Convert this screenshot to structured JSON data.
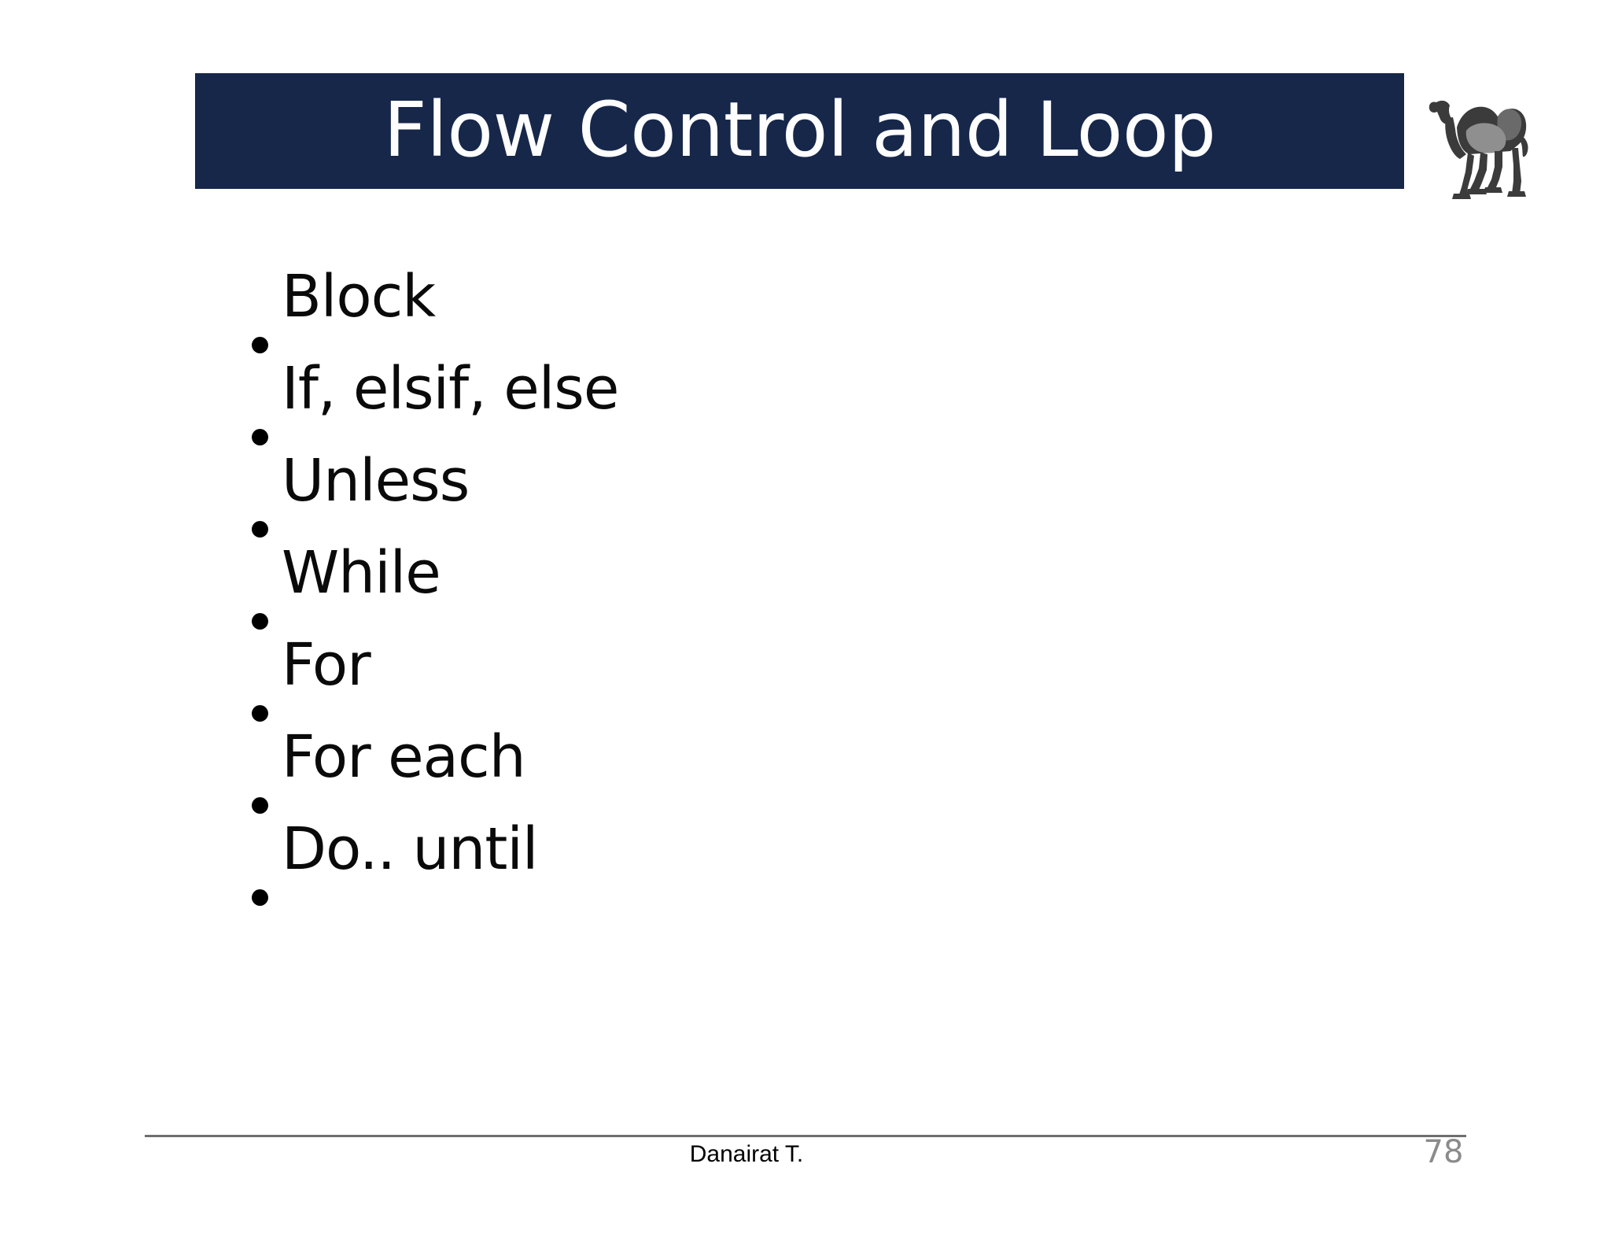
{
  "slide": {
    "title": "Flow Control and Loop",
    "title_bar_color": "#16274a",
    "title_text_color": "#ffffff",
    "background_color": "#ffffff"
  },
  "logo": {
    "name": "perl-camel-logo",
    "alt": "camel"
  },
  "content": {
    "bullet_glyph": "•",
    "items": [
      {
        "label": "Block"
      },
      {
        "label": "If, elsif, else"
      },
      {
        "label": "Unless"
      },
      {
        "label": "While"
      },
      {
        "label": "For"
      },
      {
        "label": "For each"
      },
      {
        "label": "Do.. until"
      }
    ]
  },
  "footer": {
    "author": "Danairat T.",
    "page_number": "78",
    "page_number_color": "#8b8b8b",
    "rule_color": "#6e6e6e"
  }
}
